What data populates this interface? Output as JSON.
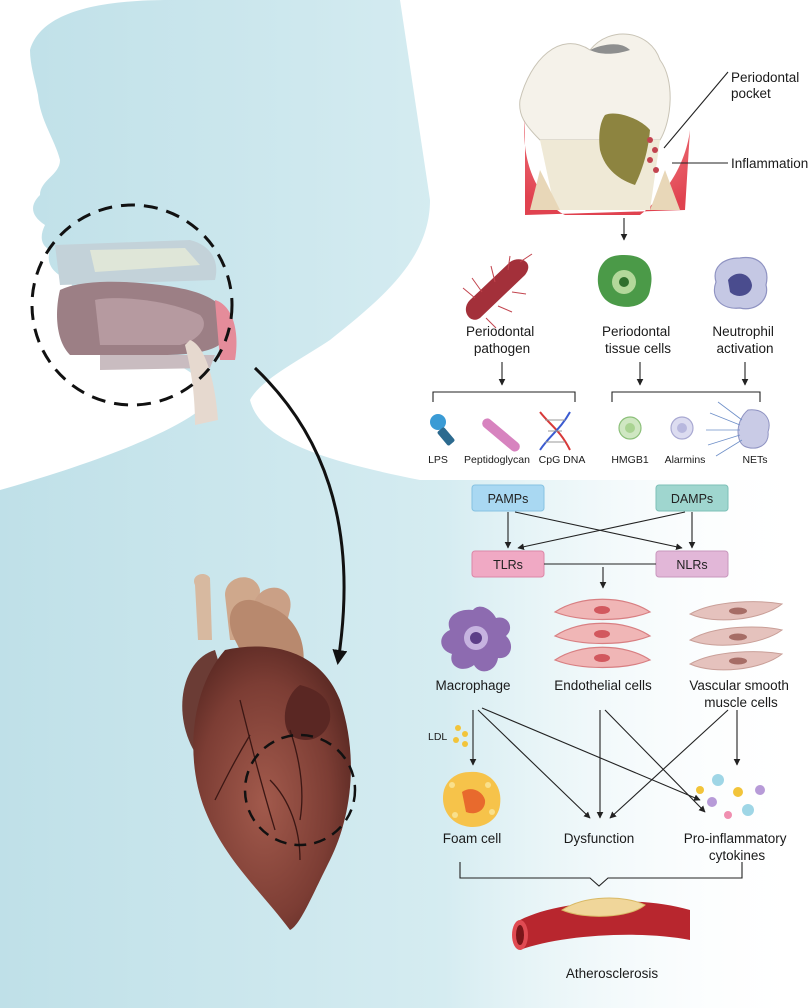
{
  "labels": {
    "periodontal_pocket": [
      "Periodontal",
      "pocket"
    ],
    "inflammation": "Inflammation",
    "periodontal_pathogen": [
      "Periodontal",
      "pathogen"
    ],
    "periodontal_tissue_cells": [
      "Periodontal",
      "tissue cells"
    ],
    "neutrophil_activation": [
      "Neutrophil",
      "activation"
    ],
    "lps": "LPS",
    "peptidoglycan": "Peptidoglycan",
    "cpg_dna": "CpG DNA",
    "hmgb1": "HMGB1",
    "alarmins": "Alarmins",
    "nets": "NETs",
    "pamps": "PAMPs",
    "damps": "DAMPs",
    "tlrs": "TLRs",
    "nlrs": "NLRs",
    "macrophage": "Macrophage",
    "endothelial_cells": "Endothelial cells",
    "vascular_smooth_muscle_cells": [
      "Vascular smooth",
      "muscle cells"
    ],
    "ldl": "LDL",
    "foam_cell": "Foam cell",
    "dysfunction": "Dysfunction",
    "pro_inflammatory_cytokines": [
      "Pro-inflammatory",
      "cytokines"
    ],
    "atherosclerosis": "Atherosclerosis"
  },
  "colors": {
    "silhouette": "#cfe8ee",
    "pamps_box": "#a9d8f2",
    "damps_box": "#9fd6cf",
    "receptor_box": "#f0a9c4",
    "gum": "#e8505e",
    "heart": "#8a4a3f",
    "macrophage": "#8d6bb0",
    "vessel": "#c0262e"
  }
}
